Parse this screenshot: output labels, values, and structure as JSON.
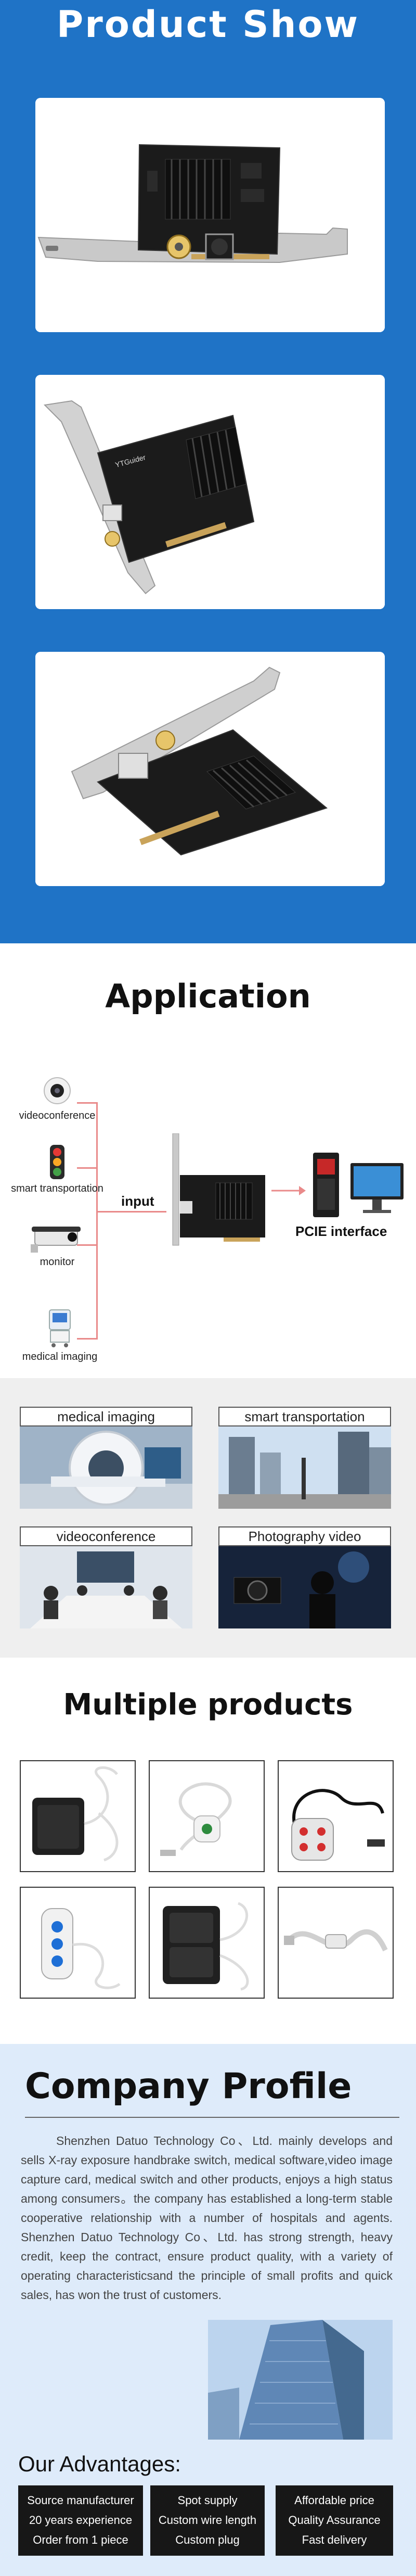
{
  "product_show": {
    "title": "Product Show"
  },
  "card_brand": "YTGuider",
  "application": {
    "title": "Application",
    "items": [
      {
        "label": "videoconference",
        "icon": "webcam-icon"
      },
      {
        "label": "smart transportation",
        "icon": "traffic-light-icon"
      },
      {
        "label": "monitor",
        "icon": "security-camera-icon"
      },
      {
        "label": "medical imaging",
        "icon": "medical-device-icon"
      }
    ],
    "input_label": "input",
    "pcie_label": "PCIE interface"
  },
  "scenes": [
    {
      "label": "medical imaging"
    },
    {
      "label": "smart transportation"
    },
    {
      "label": "videoconference"
    },
    {
      "label": "Photography video"
    }
  ],
  "multiple": {
    "title": "Multiple products"
  },
  "company": {
    "title": "Company Profile",
    "text": "Shenzhen Datuo Technology Co、Ltd. mainly develops and sells X-ray exposure handbrake switch, medical software,video image capture card, medical switch and other products, enjoys a high status among consumers。the company has established a long-term stable cooperative relationship with a number of hospitals and agents. Shenzhen Datuo Technology Co、Ltd. has strong strength, heavy credit, keep the contract, ensure product quality, with a variety of operating characteristicsand the principle of small profits and quick sales, has won the trust of customers.",
    "advantages_title": "Our Advantages:",
    "advantages": [
      [
        "Source manufacturer",
        "20 years experience",
        "Order from 1 piece"
      ],
      [
        "Spot supply",
        "Custom wire length",
        "Custom plug"
      ],
      [
        "Affordable price",
        "Quality Assurance",
        "Fast delivery"
      ]
    ]
  },
  "colors": {
    "brand_blue": "#1f73c6",
    "pcb": "#1b1b1b",
    "profile_bg": "#deebfa",
    "connector_line": "#e98a8a"
  }
}
